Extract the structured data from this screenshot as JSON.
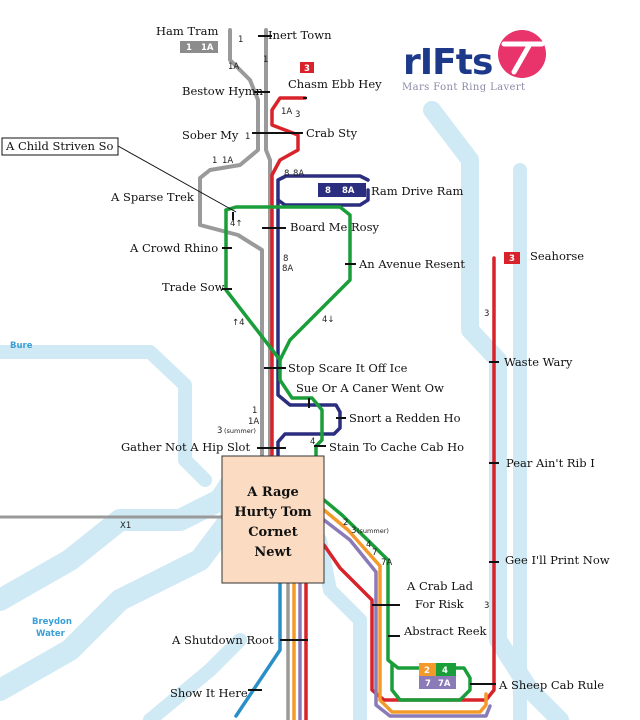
{
  "brand": {
    "logo_text": "rIFts",
    "tagline": "Mars Font Ring Lavert",
    "color_blue": "#1d3a8a",
    "color_pink": "#e8336b"
  },
  "callout": {
    "label": "A Child Striven So"
  },
  "hub": {
    "line1": "A Rage",
    "line2": "Hurty Tom",
    "line3": "Cornet",
    "line4": "Newt"
  },
  "water_labels": {
    "river": "Bure",
    "broad_line1": "Breydon",
    "broad_line2": "Water"
  },
  "stations": {
    "ham_tram": "Ham Tram",
    "inert_town": "Inert Town",
    "chasm_ebb_hey": "Chasm Ebb Hey",
    "bestow_hymn": "Bestow Hymn",
    "sober_my": "Sober My",
    "crab_sty": "Crab Sty",
    "ram_drive_ram": "Ram Drive Ram",
    "a_sparse_trek": "A Sparse Trek",
    "board_me_rosy": "Board Me Rosy",
    "a_crowd_rhino": "A Crowd Rhino",
    "an_avenue_resent": "An Avenue Resent",
    "trade_sow": "Trade Sow",
    "stop_scare": "Stop Scare It Off Ice",
    "sue_or_a_caner": "Sue Or A Caner Went Ow",
    "snort_a_redden_ho": "Snort a Redden Ho",
    "gather_not_a_hip_slot": "Gather Not A Hip Slot",
    "stain_to_cache": "Stain To Cache Cab Ho",
    "seahorse": "Seahorse",
    "waste_wary": "Waste Wary",
    "pear_aint_rib": "Pear Ain't Rib I",
    "gee_ill_print_now": "Gee I'll Print Now",
    "a_crab_lad_1": "A Crab Lad",
    "a_crab_lad_2": "For Risk",
    "abstract_reek": "Abstract Reek",
    "a_sheep_cab_rule": "A Sheep Cab Rule",
    "a_shutdown_root": "A Shutdown Root",
    "show_it_here": "Show It Here"
  },
  "route_badges": {
    "grey": [
      "1",
      "1A"
    ],
    "red_top": "3",
    "red_right": "3",
    "navy": [
      "8",
      "8A"
    ],
    "orange": "2",
    "green": "4",
    "purple": [
      "7",
      "7A"
    ]
  },
  "route_labels": {
    "r1": "1",
    "r1a": "1A",
    "r3": "3",
    "r4": "4",
    "r2": "2",
    "r7": "7",
    "r7a": "7A",
    "r8": "8",
    "r8a": "8A",
    "x1": "X1",
    "r4up": "4↑",
    "r4down": "4↓",
    "up4": "↑4",
    "r8_8a": "8 8A",
    "r1_1a": "1 1A",
    "r1a_3": "1A 3",
    "summer": "(summer)",
    "r3_summer": "3",
    "r3_summer_right": "3"
  },
  "colors": {
    "grey_line": "#9a9a9a",
    "red_line": "#d8232a",
    "navy_line": "#2b2d7f",
    "green_line": "#1a9e3a",
    "orange_line": "#f39a2b",
    "purple_line": "#8a7bb8",
    "blue_line": "#2a8fc8",
    "water": "#cfe9f5",
    "hub_fill": "#fbdcc2"
  }
}
